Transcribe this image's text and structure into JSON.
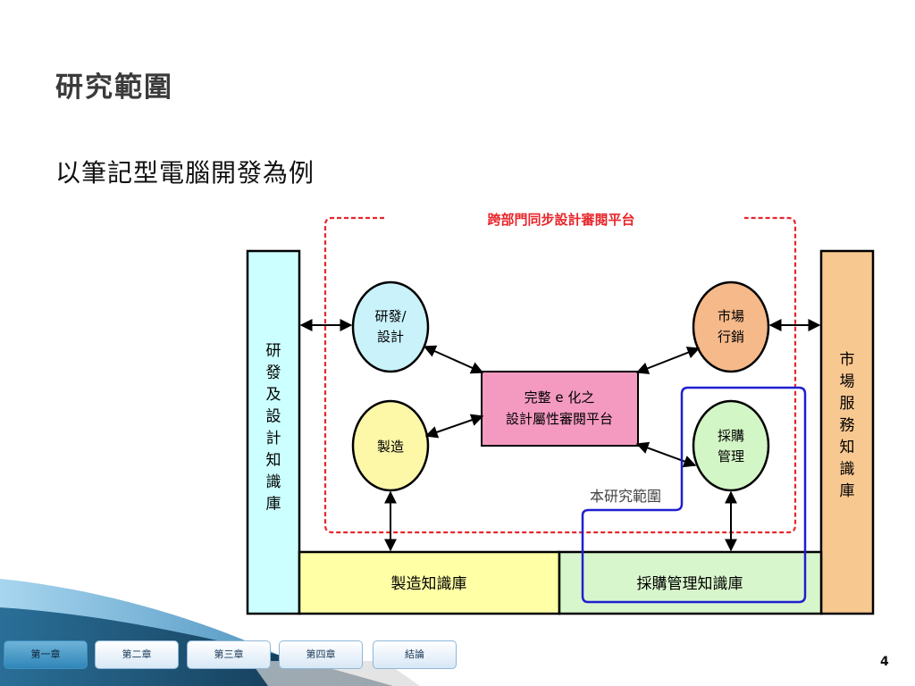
{
  "slide": {
    "title": "研究範圍",
    "subtitle": "以筆記型電腦開發為例",
    "page_number": "4"
  },
  "diagram": {
    "platform_label": "跨部門同步設計審閱平台",
    "left_column": [
      "研",
      "發",
      "及",
      "設",
      "計",
      "知",
      "識",
      "庫"
    ],
    "right_column": [
      "市",
      "場",
      "服",
      "務",
      "知",
      "識",
      "庫"
    ],
    "nodes": {
      "rd": [
        "研發/",
        "設計"
      ],
      "marketing": [
        "市場",
        "行銷"
      ],
      "manufacturing": "製造",
      "procurement": [
        "採購",
        "管理"
      ],
      "center": [
        "完整 e 化之",
        "設計屬性審閱平台"
      ]
    },
    "bottom_left": "製造知識庫",
    "bottom_right": "採購管理知識庫",
    "scope_label": "本研究範圍",
    "colors": {
      "platform_red": "#e8262b",
      "scope_blue": "#1f1fd0",
      "left_column": "#ccffff",
      "right_column": "#f8c891",
      "center": "#f49ac1",
      "rd": "#c9f2fb",
      "marketing": "#f6b98a",
      "manufacturing": "#fdf7a8",
      "procurement": "#d3f6c6",
      "bottom_left": "#ffffa6",
      "bottom_right": "#d8f6cc"
    }
  },
  "nav": {
    "tabs": [
      "第一章",
      "第二章",
      "第三章",
      "第四章",
      "結論"
    ],
    "active_index": 0
  }
}
